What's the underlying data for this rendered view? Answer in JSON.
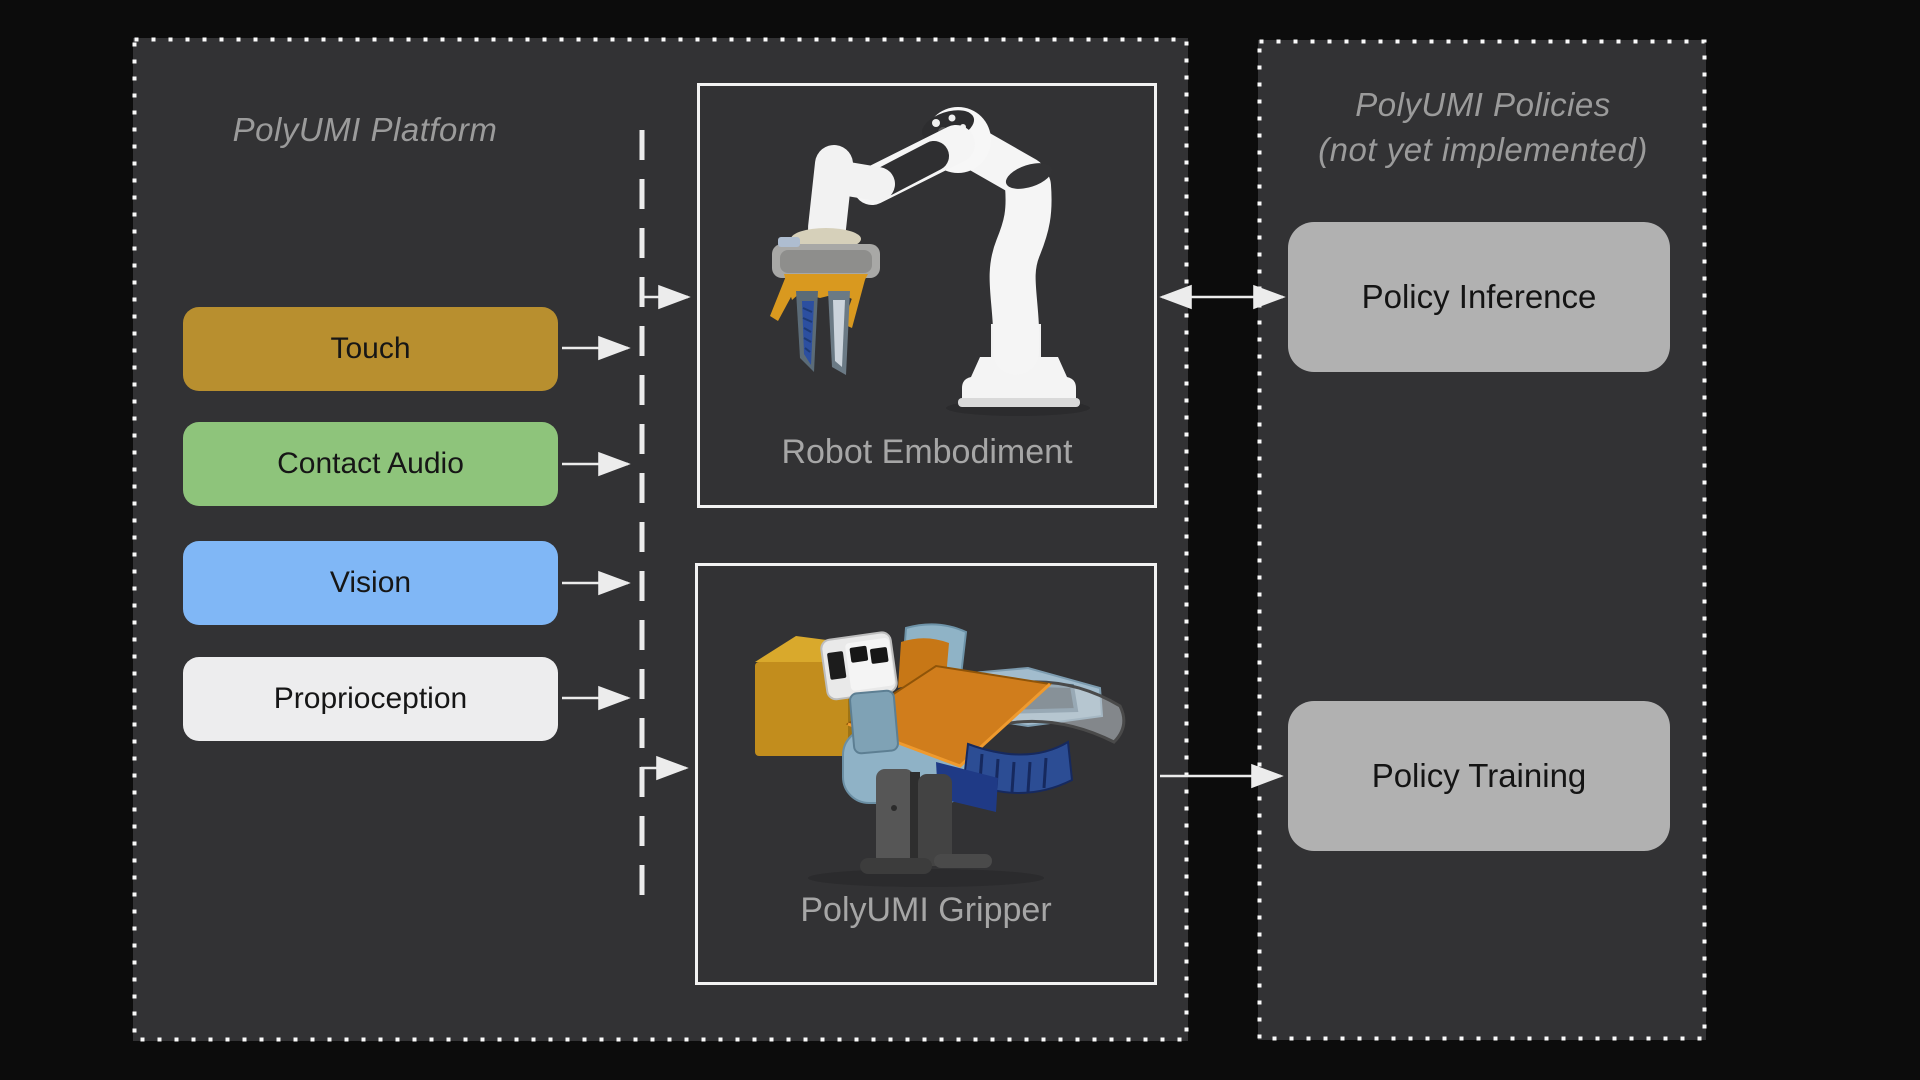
{
  "figure": {
    "background_color": "#0c0c0c",
    "panel_background_color": "#323234",
    "dotted_border_color": "#fafafa",
    "arrow_color": "#ececec"
  },
  "platform_panel": {
    "title": "PolyUMI Platform",
    "inputs": [
      {
        "label": "Touch",
        "color": "#b88f2f"
      },
      {
        "label": "Contact Audio",
        "color": "#8ec47b"
      },
      {
        "label": "Vision",
        "color": "#80b7f6"
      },
      {
        "label": "Proprioception",
        "color": "#ededee"
      }
    ],
    "modules": [
      {
        "label": "Robot Embodiment",
        "illustration": "franka-robot-arm-with-gripper-render"
      },
      {
        "label": "PolyUMI Gripper",
        "illustration": "handheld-polyumi-gripper-render"
      }
    ]
  },
  "policies_panel": {
    "title_line1": "PolyUMI Policies",
    "title_line2": "(not yet implemented)",
    "box_color": "#b1b1b1",
    "boxes": [
      {
        "label": "Policy Inference"
      },
      {
        "label": "Policy Training"
      }
    ]
  },
  "connections": [
    {
      "from": "Touch",
      "to": "sensor-bus",
      "type": "arrow"
    },
    {
      "from": "Contact Audio",
      "to": "sensor-bus",
      "type": "arrow"
    },
    {
      "from": "Vision",
      "to": "sensor-bus",
      "type": "arrow"
    },
    {
      "from": "Proprioception",
      "to": "sensor-bus",
      "type": "arrow"
    },
    {
      "from": "sensor-bus",
      "to": "Robot Embodiment",
      "type": "arrow"
    },
    {
      "from": "sensor-bus",
      "to": "PolyUMI Gripper",
      "type": "arrow"
    },
    {
      "from": "Robot Embodiment",
      "to": "Policy Inference",
      "type": "double-arrow"
    },
    {
      "from": "PolyUMI Gripper",
      "to": "Policy Training",
      "type": "arrow"
    }
  ]
}
